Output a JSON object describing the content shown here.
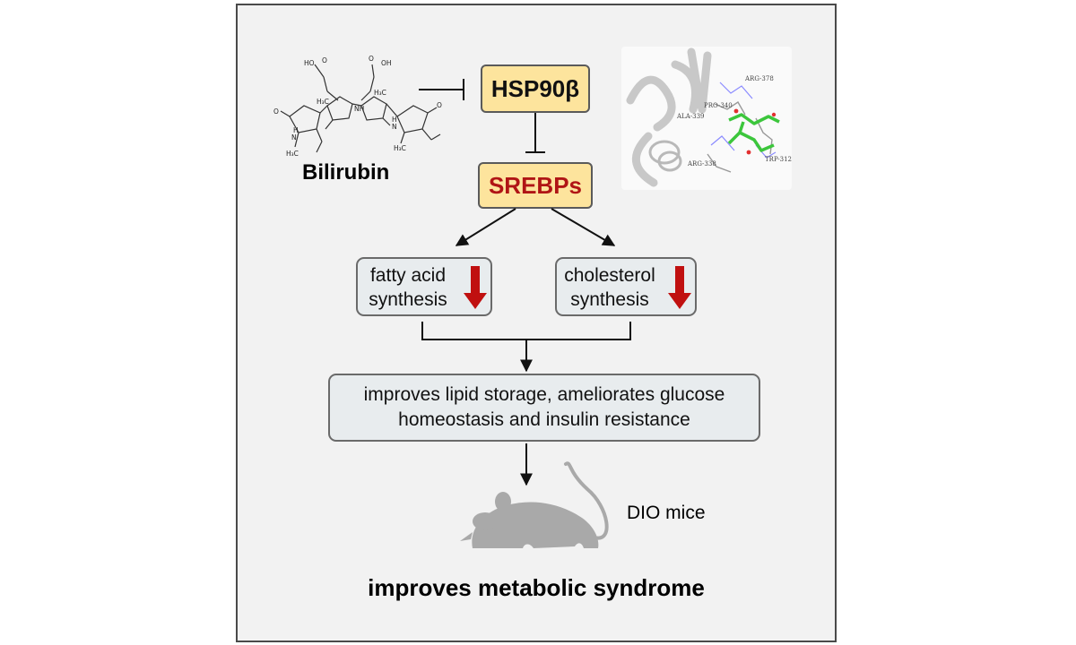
{
  "molecule": {
    "name": "Bilirubin",
    "atom_labels": [
      "HO",
      "O",
      "OH",
      "O",
      "H₃C",
      "H₃C",
      "N",
      "H",
      "NH",
      "N",
      "H",
      "O",
      "O",
      "H₃C",
      "H₃C"
    ]
  },
  "target": {
    "label": "HSP90β"
  },
  "docking_labels": [
    "ARG-378",
    "PRO-340",
    "ALA-339",
    "ARG-338",
    "TRP-312"
  ],
  "downstream": {
    "label": "SREBPs",
    "color": "#b01515"
  },
  "effects": [
    {
      "line1": "fatty acid",
      "line2": "synthesis"
    },
    {
      "line1": "cholesterol",
      "line2": "synthesis"
    }
  ],
  "down_arrow_color": "#c01010",
  "outcome": {
    "line1": "improves lipid storage, ameliorates glucose",
    "line2": "homeostasis and insulin resistance"
  },
  "model": {
    "label": "DIO mice"
  },
  "result": {
    "label": "improves metabolic syndrome"
  },
  "colors": {
    "yellow_box": "#fde49d",
    "grey_box": "#e8ecee",
    "ligand_green": "#3cc63c",
    "mouse_gray": "#a9a9a9"
  }
}
